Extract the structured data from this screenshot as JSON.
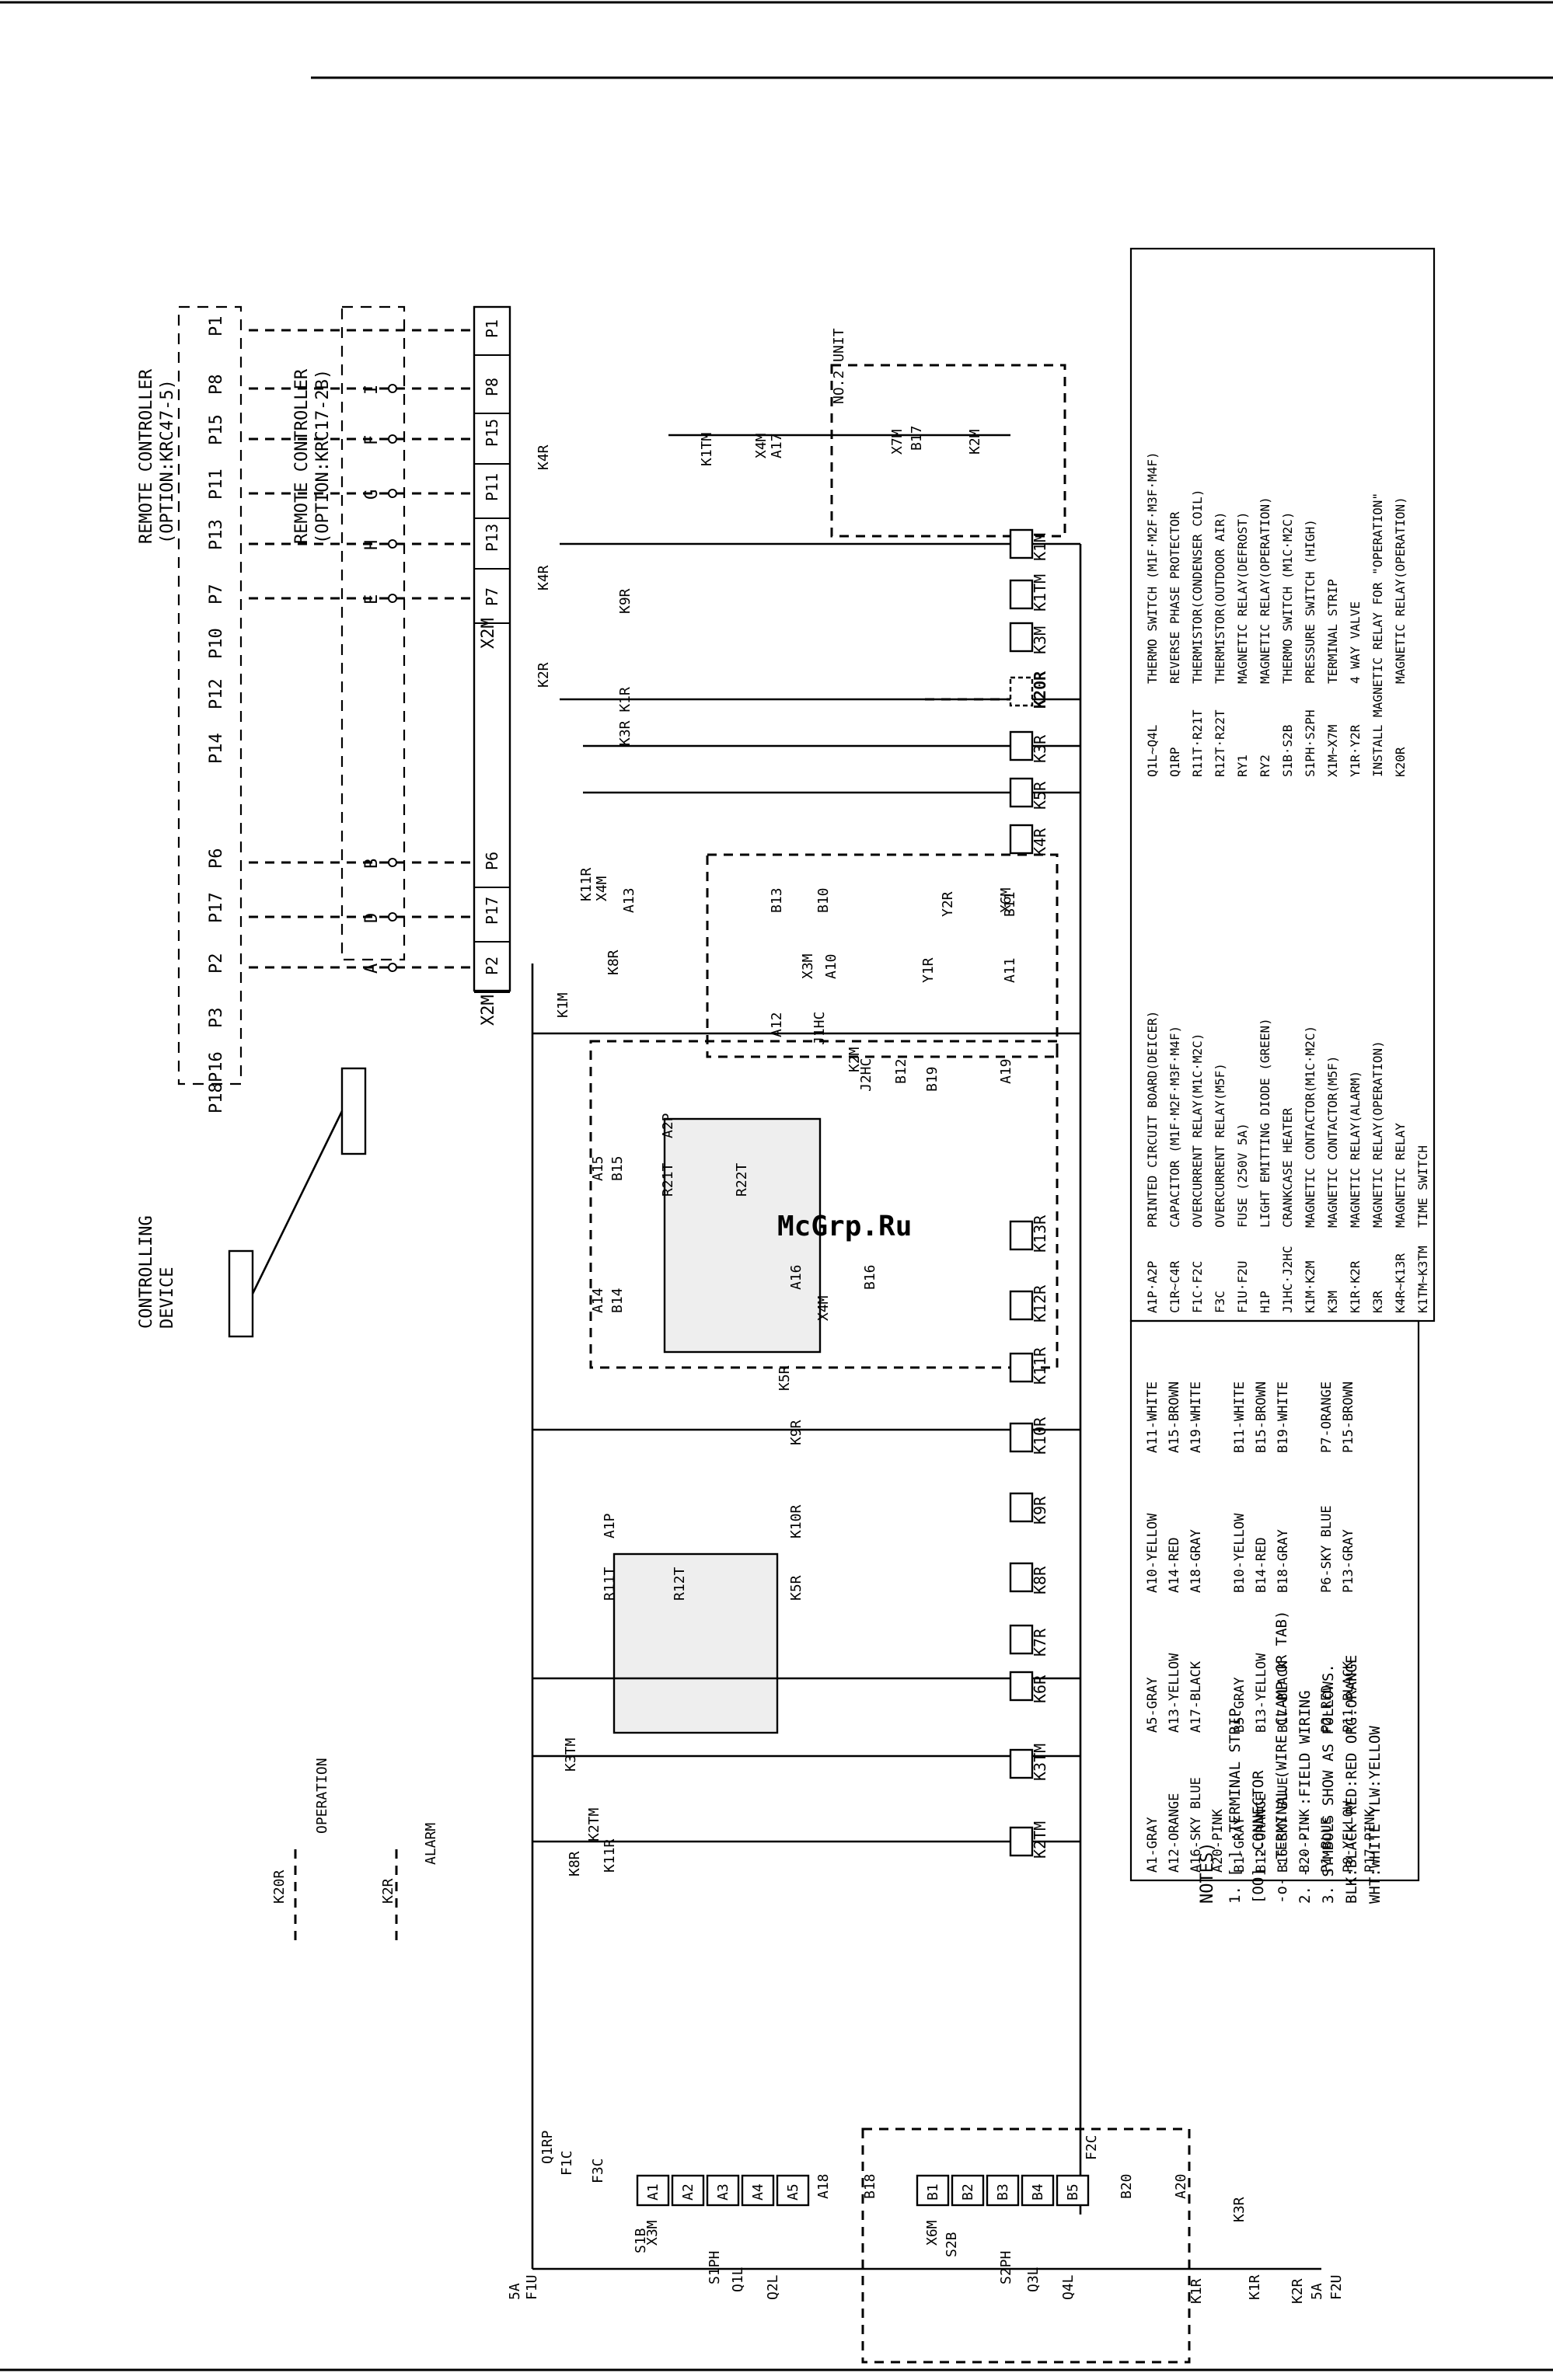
{
  "top_rules": [],
  "headers": {
    "remote1": [
      "REMOTE CONTROLLER",
      "(OPTION:KRC47-5)"
    ],
    "remote2": [
      "REMOTE CONTROLLER",
      "(OPTION:KRC17-2B)"
    ],
    "controlling_device": [
      "CONTROLLING",
      "DEVICE"
    ]
  },
  "left_terminals": [
    "P1",
    "P8",
    "P15",
    "P11",
    "P13",
    "P7",
    "P10",
    "P12",
    "P14",
    "P6",
    "P17",
    "P2",
    "P3",
    "P16",
    "P18"
  ],
  "middle_terminals": [
    "I",
    "F",
    "G",
    "H",
    "E",
    "B",
    "D",
    "A"
  ],
  "strip_x2m": [
    "P1",
    "P8",
    "P15",
    "P11",
    "P13",
    "P7",
    "P6",
    "P17",
    "P2"
  ],
  "strip_x2m_label": "X2M",
  "labels": {
    "k1tm": "K1TM",
    "x4m": "X4M",
    "a17": "A17",
    "k4r_top": "K4R",
    "k4r_mid": "K4R",
    "k9r": "K9R",
    "k2r": "K2R",
    "no2unit": "NO.2 UNIT",
    "x7m": "X7M",
    "b17": "B17",
    "k2m": "K2M",
    "k1m": "K1M",
    "k1tm_r": "K1TM",
    "k3m": "K3M",
    "k20r": "K20R",
    "k3r": "K3R",
    "k5r": "K5R",
    "k4r_r": "K4R",
    "k3r_k1r": "K3R  K1R",
    "k11r": "K11R",
    "a13": "A13",
    "b13": "B13",
    "b10": "B10",
    "x6m": "X6M",
    "y2r": "Y2R",
    "b11": "B11",
    "k8r": "K8R",
    "x3m": "X3M",
    "a10": "A10",
    "y1r": "Y1R",
    "a11": "A11",
    "a12": "A12",
    "j1hc": "J1HC",
    "k1m_l": "K1M",
    "a2p": "A2P",
    "r21t": "R21T",
    "r22t": "R22T",
    "j2hc": "J2HC",
    "b12": "B12",
    "b19": "B19",
    "a19": "A19",
    "a15": "A15",
    "b15": "B15",
    "a14": "A14",
    "b14": "B14",
    "a16": "A16",
    "b16": "B16",
    "k13r": "K13R",
    "k12r": "K12R",
    "k11r_r": "K11R",
    "k10r": "K10R",
    "k9r_r": "K9R",
    "k8r_r": "K8R",
    "k7r": "K7R",
    "k6r": "K6R",
    "a1p": "A1P",
    "r11t": "R11T",
    "r12t": "R12T",
    "k3tm": "K3TM",
    "k2tm": "K2TM",
    "k3tm_l": "K3TM",
    "k2tm_l": "K2TM",
    "k8r_l": "K8R",
    "k11r_l": "K11R",
    "operation": "OPERATION",
    "alarm": "ALARM",
    "k20r_l": "K20R",
    "k2r_l": "K2R",
    "q1rp": "Q1RP",
    "f1c": "F1C",
    "f3c": "F3C",
    "s1b": "S1B",
    "s1ph": "S1PH",
    "q1l": "Q1L",
    "q2l": "Q2L",
    "s2b": "S2B",
    "s2ph": "S2PH",
    "q3l": "Q3L",
    "q4l": "Q4L",
    "f2c": "F2C",
    "a18": "A18",
    "b18": "B18",
    "a20": "A20",
    "b20": "B20",
    "k1r": "K1R",
    "k2r_b": "K2R",
    "k3r_b": "K3R",
    "k1r_b": "K1R",
    "f1u": "F1U",
    "f2u": "F2U",
    "fuse_5a": "5A",
    "fuse_5a2": "5A"
  },
  "bottom_strip_a": [
    "A1",
    "A2",
    "A3",
    "A4",
    "A5"
  ],
  "bottom_strip_b": [
    "B1",
    "B2",
    "B3",
    "B4",
    "B5"
  ],
  "notes": {
    "title": "NOTES)",
    "lines": [
      "1. [    ] :TERMINAL STRIP",
      "   [OO]  :CONNECTOR",
      "    -o-  :TERMINAL (WIRE CLAMP OR TAB)",
      "2. - - - - :FIELD WIRING",
      "3. SYMBOLS SHOW AS FOLLOWS.",
      "   BLK:BLACK RED:RED ORG:ORANGE",
      "   WHT:WHITE YLW:YELLOW"
    ]
  },
  "color_table": [
    [
      "A1-GRAY",
      "A5-GRAY",
      "A10-YELLOW",
      "A11-WHITE"
    ],
    [
      "A12-ORANGE",
      "A13-YELLOW",
      "A14-RED",
      "A15-BROWN"
    ],
    [
      "A16-SKY BLUE",
      "A17-BLACK",
      "A18-GRAY",
      "A19-WHITE"
    ],
    [
      "A20-PINK",
      "",
      "",
      ""
    ],
    [
      "B1-GRAY",
      "B5-GRAY",
      "B10-YELLOW",
      "B11-WHITE"
    ],
    [
      "B12-ORANGE",
      "B13-YELLOW",
      "B14-RED",
      "B15-BROWN"
    ],
    [
      "B16-SKY BLUE",
      "B17-BLACK",
      "B18-GRAY",
      "B19-WHITE"
    ],
    [
      "B20-PINK",
      "",
      "",
      ""
    ],
    [
      "P1-BLUE",
      "P2-RED",
      "P6-SKY BLUE",
      "P7-ORANGE"
    ],
    [
      "P8-YELLOW",
      "P11-BLACK",
      "P13-GRAY",
      "P15-BROWN"
    ],
    [
      "P17-PINK",
      "",
      "",
      ""
    ]
  ],
  "legend_table": [
    [
      "A1P·A2P",
      "PRINTED CIRCUIT BOARD(DEICER)",
      "Q1L~Q4L",
      "THERMO SWITCH (M1F·M2F·M3F·M4F)"
    ],
    [
      "C1R~C4R",
      "CAPACITOR (M1F·M2F·M3F·M4F)",
      "Q1RP",
      "REVERSE PHASE PROTECTOR"
    ],
    [
      "F1C·F2C",
      "OVERCURRENT RELAY(M1C·M2C)",
      "R11T·R21T",
      "THERMISTOR(CONDENSER COIL)"
    ],
    [
      "F3C",
      "OVERCURRENT RELAY(M5F)",
      "R12T·R22T",
      "THERMISTOR(OUTDOOR AIR)"
    ],
    [
      "F1U·F2U",
      "FUSE (250V 5A)",
      "RY1",
      "MAGNETIC RELAY(DEFROST)"
    ],
    [
      "H1P",
      "LIGHT EMITTING DIODE (GREEN)",
      "RY2",
      "MAGNETIC RELAY(OPERATION)"
    ],
    [
      "J1HC·J2HC",
      "CRANKCASE HEATER",
      "S1B·S2B",
      "THERMO SWITCH (M1C·M2C)"
    ],
    [
      "K1M·K2M",
      "MAGNETIC CONTACTOR(M1C·M2C)",
      "S1PH·S2PH",
      "PRESSURE SWITCH (HIGH)"
    ],
    [
      "K3M",
      "MAGNETIC CONTACTOR(M5F)",
      "X1M~X7M",
      "TERMINAL STRIP"
    ],
    [
      "K1R·K2R",
      "MAGNETIC RELAY(ALARM)",
      "Y1R·Y2R",
      "4 WAY VALVE"
    ],
    [
      "K3R",
      "MAGNETIC RELAY(OPERATION)",
      "INSTALL MAGNETIC RELAY FOR \"OPERATION\"",
      ""
    ],
    [
      "K4R~K13R",
      "MAGNETIC RELAY",
      "K20R",
      "MAGNETIC RELAY(OPERATION)"
    ],
    [
      "K1TM~K3TM",
      "TIME SWITCH",
      "",
      ""
    ]
  ],
  "watermark": "McGrp.Ru"
}
